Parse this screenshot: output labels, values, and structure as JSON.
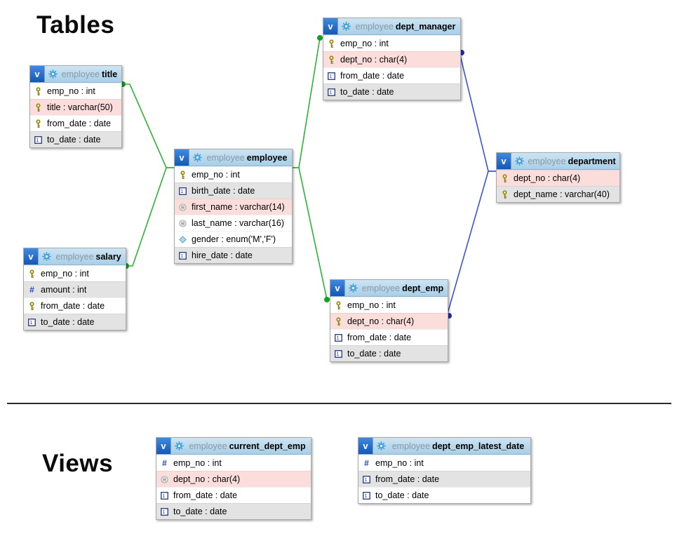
{
  "headings": {
    "tables": "Tables",
    "views": "Views"
  },
  "colors": {
    "relation_green": "#2cb434",
    "relation_blue": "#3b55cc",
    "header_blue": "#b9d9ec",
    "row_pink": "#fbdedb",
    "row_gray": "#e3e3e3",
    "badge_blue": "#1a66cc"
  },
  "diagram": {
    "schema_prefix": "employee",
    "tables": [
      {
        "id": "title",
        "schema": "employee",
        "name": "title",
        "badge": "v",
        "columns": [
          {
            "name": "emp_no",
            "type": "int",
            "icon": "key",
            "bg": "white"
          },
          {
            "name": "title",
            "type": "varchar(50)",
            "icon": "key",
            "bg": "pink"
          },
          {
            "name": "from_date",
            "type": "date",
            "icon": "key",
            "bg": "white"
          },
          {
            "name": "to_date",
            "type": "date",
            "icon": "date",
            "bg": "gray"
          }
        ]
      },
      {
        "id": "employee",
        "schema": "employee",
        "name": "employee",
        "badge": "v",
        "columns": [
          {
            "name": "emp_no",
            "type": "int",
            "icon": "key",
            "bg": "white"
          },
          {
            "name": "birth_date",
            "type": "date",
            "icon": "date",
            "bg": "gray"
          },
          {
            "name": "first_name",
            "type": "varchar(14)",
            "icon": "text",
            "bg": "pink"
          },
          {
            "name": "last_name",
            "type": "varchar(16)",
            "icon": "text",
            "bg": "white"
          },
          {
            "name": "gender",
            "type": "enum('M','F')",
            "icon": "enum",
            "bg": "white"
          },
          {
            "name": "hire_date",
            "type": "date",
            "icon": "date",
            "bg": "gray"
          }
        ]
      },
      {
        "id": "dept_manager",
        "schema": "employee",
        "name": "dept_manager",
        "badge": "v",
        "columns": [
          {
            "name": "emp_no",
            "type": "int",
            "icon": "key",
            "bg": "white"
          },
          {
            "name": "dept_no",
            "type": "char(4)",
            "icon": "key",
            "bg": "pink"
          },
          {
            "name": "from_date",
            "type": "date",
            "icon": "date",
            "bg": "white"
          },
          {
            "name": "to_date",
            "type": "date",
            "icon": "date",
            "bg": "gray"
          }
        ]
      },
      {
        "id": "department",
        "schema": "employee",
        "name": "department",
        "badge": "v",
        "columns": [
          {
            "name": "dept_no",
            "type": "char(4)",
            "icon": "key",
            "bg": "pink"
          },
          {
            "name": "dept_name",
            "type": "varchar(40)",
            "icon": "key",
            "bg": "gray"
          }
        ]
      },
      {
        "id": "salary",
        "schema": "employee",
        "name": "salary",
        "badge": "v",
        "columns": [
          {
            "name": "emp_no",
            "type": "int",
            "icon": "key",
            "bg": "white"
          },
          {
            "name": "amount",
            "type": "int",
            "icon": "num",
            "bg": "gray"
          },
          {
            "name": "from_date",
            "type": "date",
            "icon": "key",
            "bg": "white"
          },
          {
            "name": "to_date",
            "type": "date",
            "icon": "date",
            "bg": "gray"
          }
        ]
      },
      {
        "id": "dept_emp",
        "schema": "employee",
        "name": "dept_emp",
        "badge": "v",
        "columns": [
          {
            "name": "emp_no",
            "type": "int",
            "icon": "key",
            "bg": "white"
          },
          {
            "name": "dept_no",
            "type": "char(4)",
            "icon": "key",
            "bg": "pink"
          },
          {
            "name": "from_date",
            "type": "date",
            "icon": "date",
            "bg": "white"
          },
          {
            "name": "to_date",
            "type": "date",
            "icon": "date",
            "bg": "gray"
          }
        ]
      },
      {
        "id": "current_dept_emp",
        "schema": "employee",
        "name": "current_dept_emp",
        "badge": "v",
        "columns": [
          {
            "name": "emp_no",
            "type": "int",
            "icon": "num",
            "bg": "white"
          },
          {
            "name": "dept_no",
            "type": "char(4)",
            "icon": "text",
            "bg": "pink"
          },
          {
            "name": "from_date",
            "type": "date",
            "icon": "date",
            "bg": "white"
          },
          {
            "name": "to_date",
            "type": "date",
            "icon": "date",
            "bg": "gray"
          }
        ]
      },
      {
        "id": "dept_emp_latest_date",
        "schema": "employee",
        "name": "dept_emp_latest_date",
        "badge": "v",
        "columns": [
          {
            "name": "emp_no",
            "type": "int",
            "icon": "num",
            "bg": "white"
          },
          {
            "name": "from_date",
            "type": "date",
            "icon": "date",
            "bg": "gray"
          },
          {
            "name": "to_date",
            "type": "date",
            "icon": "date",
            "bg": "white"
          }
        ]
      }
    ],
    "relations": [
      {
        "from": "title",
        "to": "employee",
        "color": "green"
      },
      {
        "from": "salary",
        "to": "employee",
        "color": "green"
      },
      {
        "from": "dept_manager",
        "to": "employee",
        "color": "green"
      },
      {
        "from": "dept_emp",
        "to": "employee",
        "color": "green"
      },
      {
        "from": "dept_manager",
        "to": "department",
        "color": "blue"
      },
      {
        "from": "dept_emp",
        "to": "department",
        "color": "blue"
      }
    ]
  }
}
